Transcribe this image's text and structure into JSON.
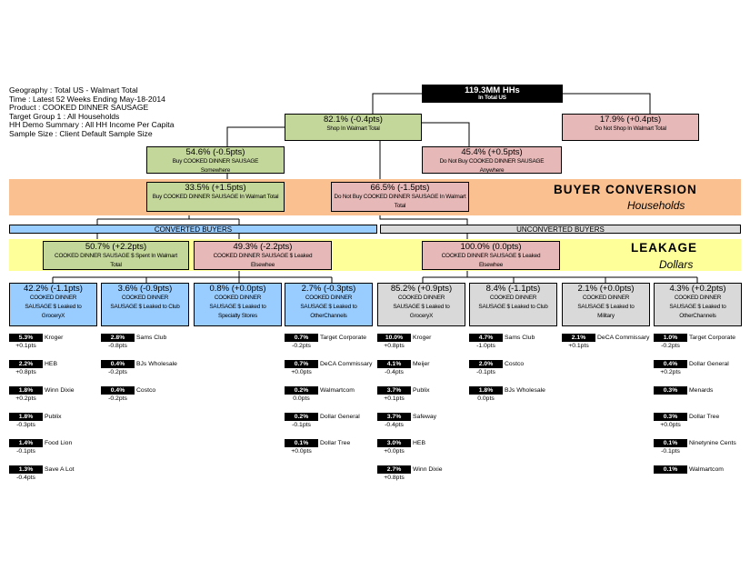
{
  "info": [
    "Geography : Total US - Walmart Total",
    "Time : Latest 52 Weeks Ending May-18-2014",
    "Product : COOKED DINNER SAUSAGE",
    "Target Group 1 : All Households",
    "HH Demo Summary : All HH Income Per Capita",
    "Sample Size : Client Default Sample Size"
  ],
  "top": {
    "value": "119.3MM HHs",
    "label": "In Total US"
  },
  "shop": {
    "value": "82.1% (-0.4pts)",
    "label": "Shop In Walmart Total"
  },
  "noshop": {
    "value": "17.9% (+0.4pts)",
    "label": "Do Not Shop In Walmart Total"
  },
  "buy": {
    "value": "54.6% (-0.5pts)",
    "label": "Buy COOKED DINNER SAUSAGE Somewhere"
  },
  "nobuy": {
    "value": "45.4% (+0.5pts)",
    "label": "Do Not Buy COOKED DINNER SAUSAGE Anywhere"
  },
  "buywm": {
    "value": "33.5% (+1.5pts)",
    "label": "Buy COOKED DINNER SAUSAGE In Walmart Total"
  },
  "nobuywm": {
    "value": "66.5% (-1.5pts)",
    "label": "Do Not Buy COOKED DINNER SAUSAGE In Walmart Total"
  },
  "conversion": {
    "title": "BUYER CONVERSION",
    "subtitle": "Households"
  },
  "leakage": {
    "title": "LEAKAGE",
    "subtitle": "Dollars"
  },
  "converted_label": "CONVERTED BUYERS",
  "unconverted_label": "UNCONVERTED BUYERS",
  "spent": {
    "value": "50.7% (+2.2pts)",
    "label": "COOKED DINNER SAUSAGE $ Spent In Walmart Total"
  },
  "leaked": {
    "value": "49.3% (-2.2pts)",
    "label": "COOKED DINNER SAUSAGE $ Leaked Elsewhee"
  },
  "leaked_un": {
    "value": "100.0% (0.0pts)",
    "label": "COOKED DINNER SAUSAGE $ Leaked Elsewhee"
  },
  "channels": [
    {
      "value": "42.2% (-1.1pts)",
      "label": "COOKED DINNER SAUSAGE $ Leaked to GroceryX",
      "items": [
        [
          "5.3%",
          "+0.1pts",
          "Kroger"
        ],
        [
          "2.2%",
          "+0.8pts",
          "HEB"
        ],
        [
          "1.8%",
          "+0.2pts",
          "Winn Dixie"
        ],
        [
          "1.8%",
          "-0.3pts",
          "Publix"
        ],
        [
          "1.4%",
          "-0.1pts",
          "Food Lion"
        ],
        [
          "1.3%",
          "-0.4pts",
          "Save A Lot"
        ]
      ]
    },
    {
      "value": "3.6% (-0.9pts)",
      "label": "COOKED DINNER SAUSAGE $ Leaked to Club",
      "items": [
        [
          "2.8%",
          "-0.8pts",
          "Sams Club"
        ],
        [
          "0.4%",
          "-0.2pts",
          "BJs Wholesale"
        ],
        [
          "0.4%",
          "-0.2pts",
          "Costco"
        ]
      ]
    },
    {
      "value": "0.8% (+0.0pts)",
      "label": "COOKED DINNER SAUSAGE $ Leaked to Specialty Stores",
      "items": []
    },
    {
      "value": "2.7% (-0.3pts)",
      "label": "COOKED DINNER SAUSAGE $ Leaked to OtherChannels",
      "items": [
        [
          "0.7%",
          "-0.2pts",
          "Target Corporate"
        ],
        [
          "0.7%",
          "+0.0pts",
          "DeCA Commissary"
        ],
        [
          "0.2%",
          "0.0pts",
          "Walmartcom"
        ],
        [
          "0.2%",
          "-0.1pts",
          "Dollar General"
        ],
        [
          "0.1%",
          "+0.0pts",
          "Dollar Tree"
        ]
      ]
    },
    {
      "value": "85.2% (+0.9pts)",
      "label": "COOKED DINNER SAUSAGE $ Leaked to GroceryX",
      "items": [
        [
          "10.0%",
          "+0.8pts",
          "Kroger"
        ],
        [
          "4.1%",
          "-0.4pts",
          "Meijer"
        ],
        [
          "3.7%",
          "+0.1pts",
          "Publix"
        ],
        [
          "3.7%",
          "-0.4pts",
          "Safeway"
        ],
        [
          "3.0%",
          "+0.0pts",
          "HEB"
        ],
        [
          "2.7%",
          "+0.8pts",
          "Winn Dixie"
        ]
      ]
    },
    {
      "value": "8.4% (-1.1pts)",
      "label": "COOKED DINNER SAUSAGE $ Leaked to Club",
      "items": [
        [
          "4.7%",
          "-1.0pts",
          "Sams Club"
        ],
        [
          "2.0%",
          "-0.1pts",
          "Costco"
        ],
        [
          "1.8%",
          "0.0pts",
          "BJs Wholesale"
        ]
      ]
    },
    {
      "value": "2.1% (+0.0pts)",
      "label": "COOKED DINNER SAUSAGE $ Leaked to Military",
      "items": [
        [
          "2.1%",
          "+0.1pts",
          "DeCA Commissary"
        ]
      ]
    },
    {
      "value": "4.3% (+0.2pts)",
      "label": "COOKED DINNER SAUSAGE $ Leaked to OtherChannels",
      "items": [
        [
          "1.0%",
          "-0.2pts",
          "Target Corporate"
        ],
        [
          "0.4%",
          "+0.2pts",
          "Dollar General"
        ],
        [
          "0.3%",
          "",
          "Menards"
        ],
        [
          "0.3%",
          "+0.0pts",
          "Dollar Tree"
        ],
        [
          "0.1%",
          "-0.1pts",
          "Ninetynine Cents"
        ],
        [
          "0.1%",
          "",
          "Walmartcom"
        ]
      ]
    }
  ]
}
